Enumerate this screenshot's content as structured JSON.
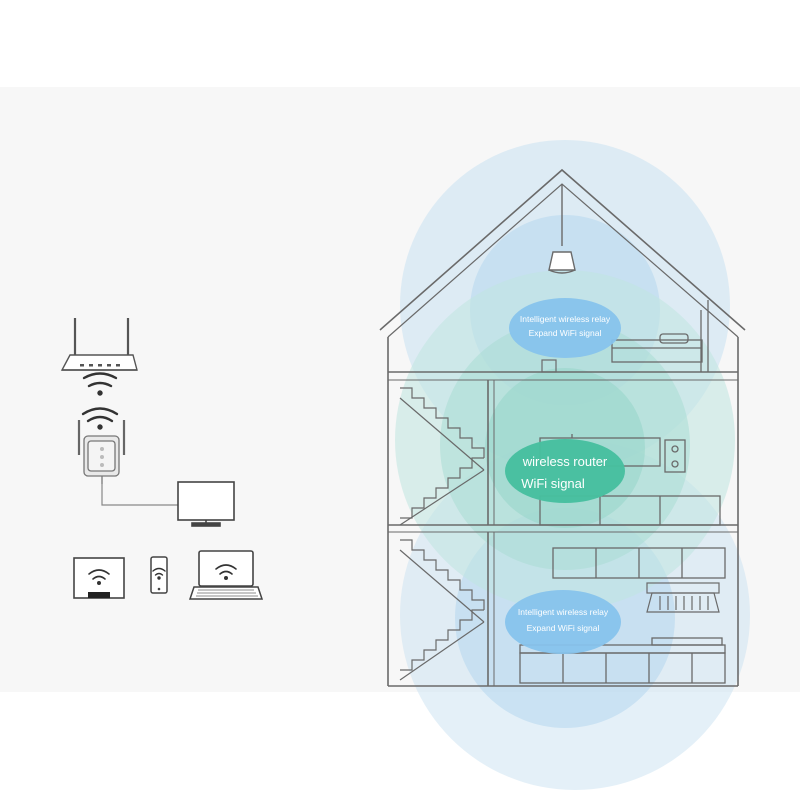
{
  "colors": {
    "page_background": "#ffffff",
    "panel_background": "#f7f7f7",
    "line": "#6a6a6a",
    "icon_line": "#555555",
    "relay_zone": "#b8d8ee",
    "relay_core": "#8cc6ee",
    "router_zone": "#a8e0d8",
    "router_core": "#4cc0a6",
    "label_text": "#ffffff"
  },
  "left_devices": {
    "router_icon": "router-icon",
    "signal_icon": "wifi-waves-icon",
    "repeater_icon": "wifi-repeater-icon",
    "monitor_icon": "desktop-monitor-icon",
    "tablet_icon": "tablet-icon",
    "phone_icon": "phone-icon",
    "laptop_icon": "laptop-icon"
  },
  "house": {
    "top_bubble": {
      "line1": "Intelligent wireless relay",
      "line2": "Expand WiFi signal"
    },
    "middle_bubble": {
      "line1": "wireless router",
      "line2": "WiFi signal"
    },
    "bottom_bubble": {
      "line1": "Intelligent wireless relay",
      "line2": "Expand WiFi signal"
    }
  }
}
